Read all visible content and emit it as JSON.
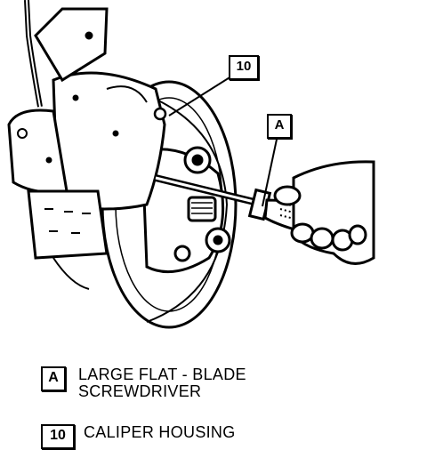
{
  "callouts": {
    "housing_ref": "10",
    "tool_ref": "A"
  },
  "legend": [
    {
      "key": "A",
      "lines": [
        "LARGE FLAT - BLADE",
        "SCREWDRIVER"
      ]
    },
    {
      "key": "10",
      "lines": [
        "CALIPER HOUSING"
      ]
    }
  ]
}
